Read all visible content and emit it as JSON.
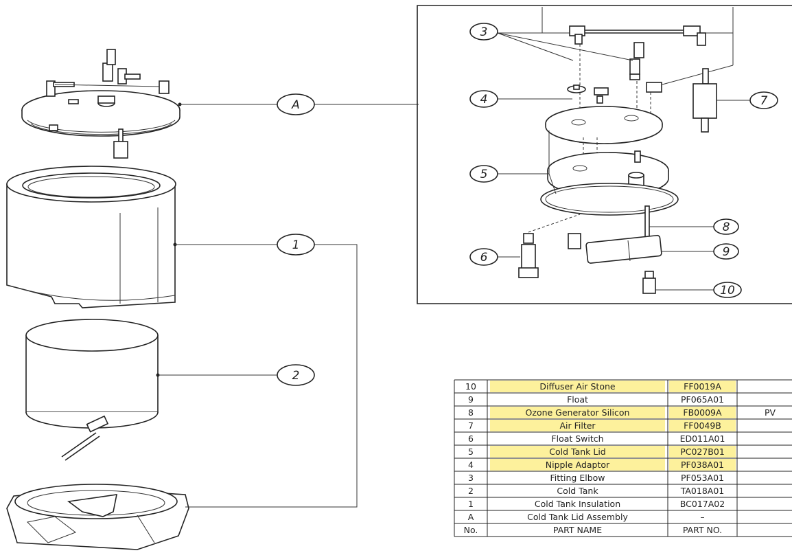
{
  "callouts": {
    "A": "A",
    "c1": "1",
    "c2": "2",
    "c3": "3",
    "c4": "4",
    "c5": "5",
    "c6": "6",
    "c7": "7",
    "c8": "8",
    "c9": "9",
    "c10": "10"
  },
  "parts_table": {
    "header": {
      "no": "No.",
      "name": "PART NAME",
      "part_no": "PART NO."
    },
    "rows": [
      {
        "no": "10",
        "name": "Diffuser Air Stone",
        "part_no": "FF0019A",
        "extra": "",
        "highlight": true
      },
      {
        "no": "9",
        "name": "Float",
        "part_no": "PF065A01",
        "extra": "",
        "highlight": false
      },
      {
        "no": "8",
        "name": "Ozone Generator Silicon",
        "part_no": "FB0009A",
        "extra": "PV",
        "highlight": true
      },
      {
        "no": "7",
        "name": "Air Filter",
        "part_no": "FF0049B",
        "extra": "",
        "highlight": true
      },
      {
        "no": "6",
        "name": "Float Switch",
        "part_no": "ED011A01",
        "extra": "",
        "highlight": false
      },
      {
        "no": "5",
        "name": "Cold Tank Lid",
        "part_no": "PC027B01",
        "extra": "",
        "highlight": true
      },
      {
        "no": "4",
        "name": "Nipple Adaptor",
        "part_no": "PF038A01",
        "extra": "",
        "highlight": true
      },
      {
        "no": "3",
        "name": "Fitting Elbow",
        "part_no": "PF053A01",
        "extra": "",
        "highlight": false
      },
      {
        "no": "2",
        "name": "Cold Tank",
        "part_no": "TA018A01",
        "extra": "",
        "highlight": false
      },
      {
        "no": "1",
        "name": "Cold Tank Insulation",
        "part_no": "BC017A02",
        "extra": "",
        "highlight": false
      },
      {
        "no": "A",
        "name": "Cold Tank Lid Assembly",
        "part_no": "–",
        "extra": "",
        "highlight": false
      }
    ]
  },
  "colors": {
    "highlight": "#fdf19c",
    "line": "#222222"
  }
}
